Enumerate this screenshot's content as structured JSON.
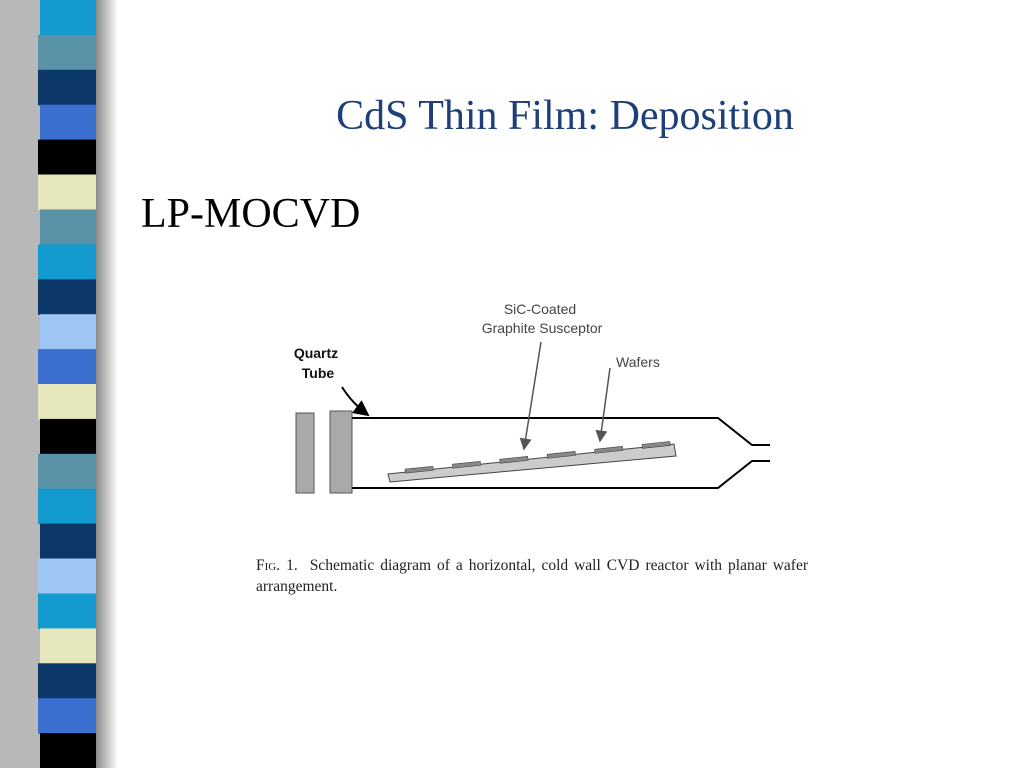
{
  "slide": {
    "title": "CdS Thin Film: Deposition",
    "subtitle": "LP-MOCVD"
  },
  "diagram": {
    "labels": {
      "quartz_tube_line1": "Quartz",
      "quartz_tube_line2": "Tube",
      "susceptor_line1": "SiC-Coated",
      "susceptor_line2": "Graphite Susceptor",
      "wafers": "Wafers"
    },
    "wafer_count": 6
  },
  "caption": {
    "fig_label": "Fig. 1.",
    "text": "Schematic diagram of a horizontal, cold wall CVD reactor with planar wafer arrangement."
  },
  "colors": {
    "title": "#1e3f7a",
    "stripe_dark": "#0b3869",
    "stripe_mid": "#3a6fd0",
    "stripe_teal": "#5a93a8",
    "stripe_cyan": "#139bd0",
    "stripe_light_blue": "#9ec6f4",
    "stripe_cream": "#e6e6bd",
    "stripe_black": "#000000"
  }
}
